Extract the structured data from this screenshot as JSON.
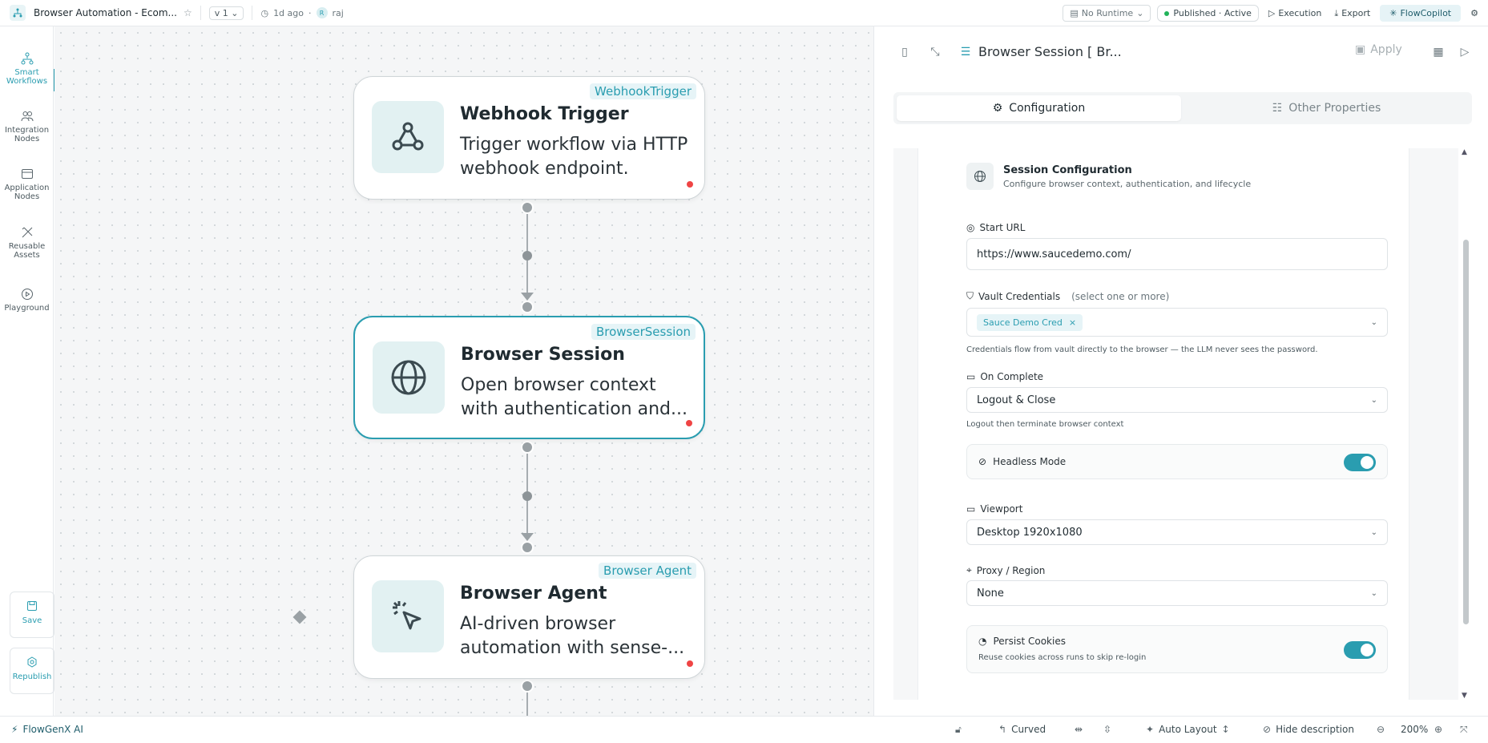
{
  "topbar": {
    "workflow_title": "Browser Automation - Ecom...",
    "version": "v 1",
    "updated": "1d ago",
    "avatar_initial": "R",
    "user": "raj",
    "runtime": "No Runtime",
    "published": "Published · Active",
    "execution": "Execution",
    "export": "Export",
    "copilot": "FlowCopilot"
  },
  "rail": {
    "items": [
      {
        "label": "Smart Workflows",
        "icon": "workflow-icon"
      },
      {
        "label": "Integration Nodes",
        "icon": "users-icon"
      },
      {
        "label": "Application Nodes",
        "icon": "window-icon"
      },
      {
        "label": "Reusable Assets",
        "icon": "tools-icon"
      },
      {
        "label": "Playground",
        "icon": "play-circle-icon"
      }
    ],
    "save": "Save",
    "republish": "Republish"
  },
  "canvas": {
    "nodes": [
      {
        "tag": "WebhookTrigger",
        "title": "Webhook Trigger",
        "desc": "Trigger workflow via HTTP webhook endpoint.",
        "icon": "webhook-icon"
      },
      {
        "tag": "BrowserSession",
        "title": "Browser Session",
        "desc": "Open browser context with authentication and...",
        "icon": "globe-icon"
      },
      {
        "tag": "Browser Agent",
        "title": "Browser Agent",
        "desc": "AI-driven browser automation with sense-...",
        "icon": "cursor-click-icon"
      }
    ]
  },
  "panel": {
    "title": "Browser Session [ Br...",
    "apply": "Apply",
    "tabs": {
      "configuration": "Configuration",
      "other": "Other Properties"
    },
    "section": {
      "title": "Session Configuration",
      "subtitle": "Configure browser context, authentication, and lifecycle"
    },
    "start_url": {
      "label": "Start URL",
      "value": "https://www.saucedemo.com/"
    },
    "vault": {
      "label": "Vault Credentials",
      "hint": "(select one or more)",
      "chip": "Sauce Demo Cred",
      "help": "Credentials flow from vault directly to the browser — the LLM never sees the password."
    },
    "on_complete": {
      "label": "On Complete",
      "value": "Logout & Close",
      "help": "Logout then terminate browser context"
    },
    "headless": {
      "label": "Headless Mode",
      "enabled": true
    },
    "viewport": {
      "label": "Viewport",
      "value": "Desktop 1920x1080"
    },
    "proxy": {
      "label": "Proxy / Region",
      "value": "None"
    },
    "cookies": {
      "label": "Persist Cookies",
      "sub": "Reuse cookies across runs to skip re-login",
      "enabled": true
    }
  },
  "bottombar": {
    "brand": "FlowGenX AI",
    "curved": "Curved",
    "auto_layout": "Auto Layout",
    "hide_description": "Hide description",
    "zoom": "200%"
  },
  "colors": {
    "accent": "#2a9db0",
    "status_red": "#ef4444",
    "status_green": "#22b35a"
  }
}
